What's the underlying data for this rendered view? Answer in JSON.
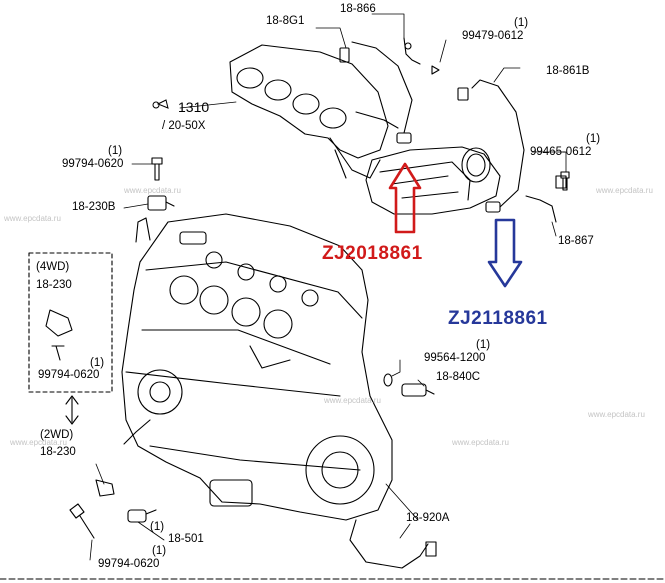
{
  "labels": {
    "p_18_8g1": "18-8G1",
    "p_18_866": "18-866",
    "p_99479_qty": "(1)",
    "p_99479": "99479-0612",
    "p_18_861b": "18-861B",
    "p_1310": "1310",
    "p_1310_sub": "/ 20-50X",
    "p_99794_top_qty": "(1)",
    "p_99794_top": "99794-0620",
    "p_99465_qty": "(1)",
    "p_99465": "99465-0612",
    "p_18_230b": "18-230B",
    "p_18_867": "18-867",
    "p_4wd": "(4WD)",
    "p_18_230_4wd": "18-230",
    "p_99794_mid_qty": "(1)",
    "p_99794_mid": "99794-0620",
    "p_99564_qty": "(1)",
    "p_99564": "99564-1200",
    "p_18_840c": "18-840C",
    "p_2wd": "(2WD)",
    "p_18_230_2wd": "18-230",
    "p_18_501_qty": "(1)",
    "p_18_501": "18-501",
    "p_18_920a": "18-920A",
    "p_99794_bot_qty": "(1)",
    "p_99794_bot": "99794-0620"
  },
  "annotations": {
    "red_code": "ZJ2018861",
    "blue_code": "ZJ2118861",
    "red_color": "#d11a1a",
    "blue_color": "#26389a"
  },
  "watermark": "www.epcdata.ru"
}
